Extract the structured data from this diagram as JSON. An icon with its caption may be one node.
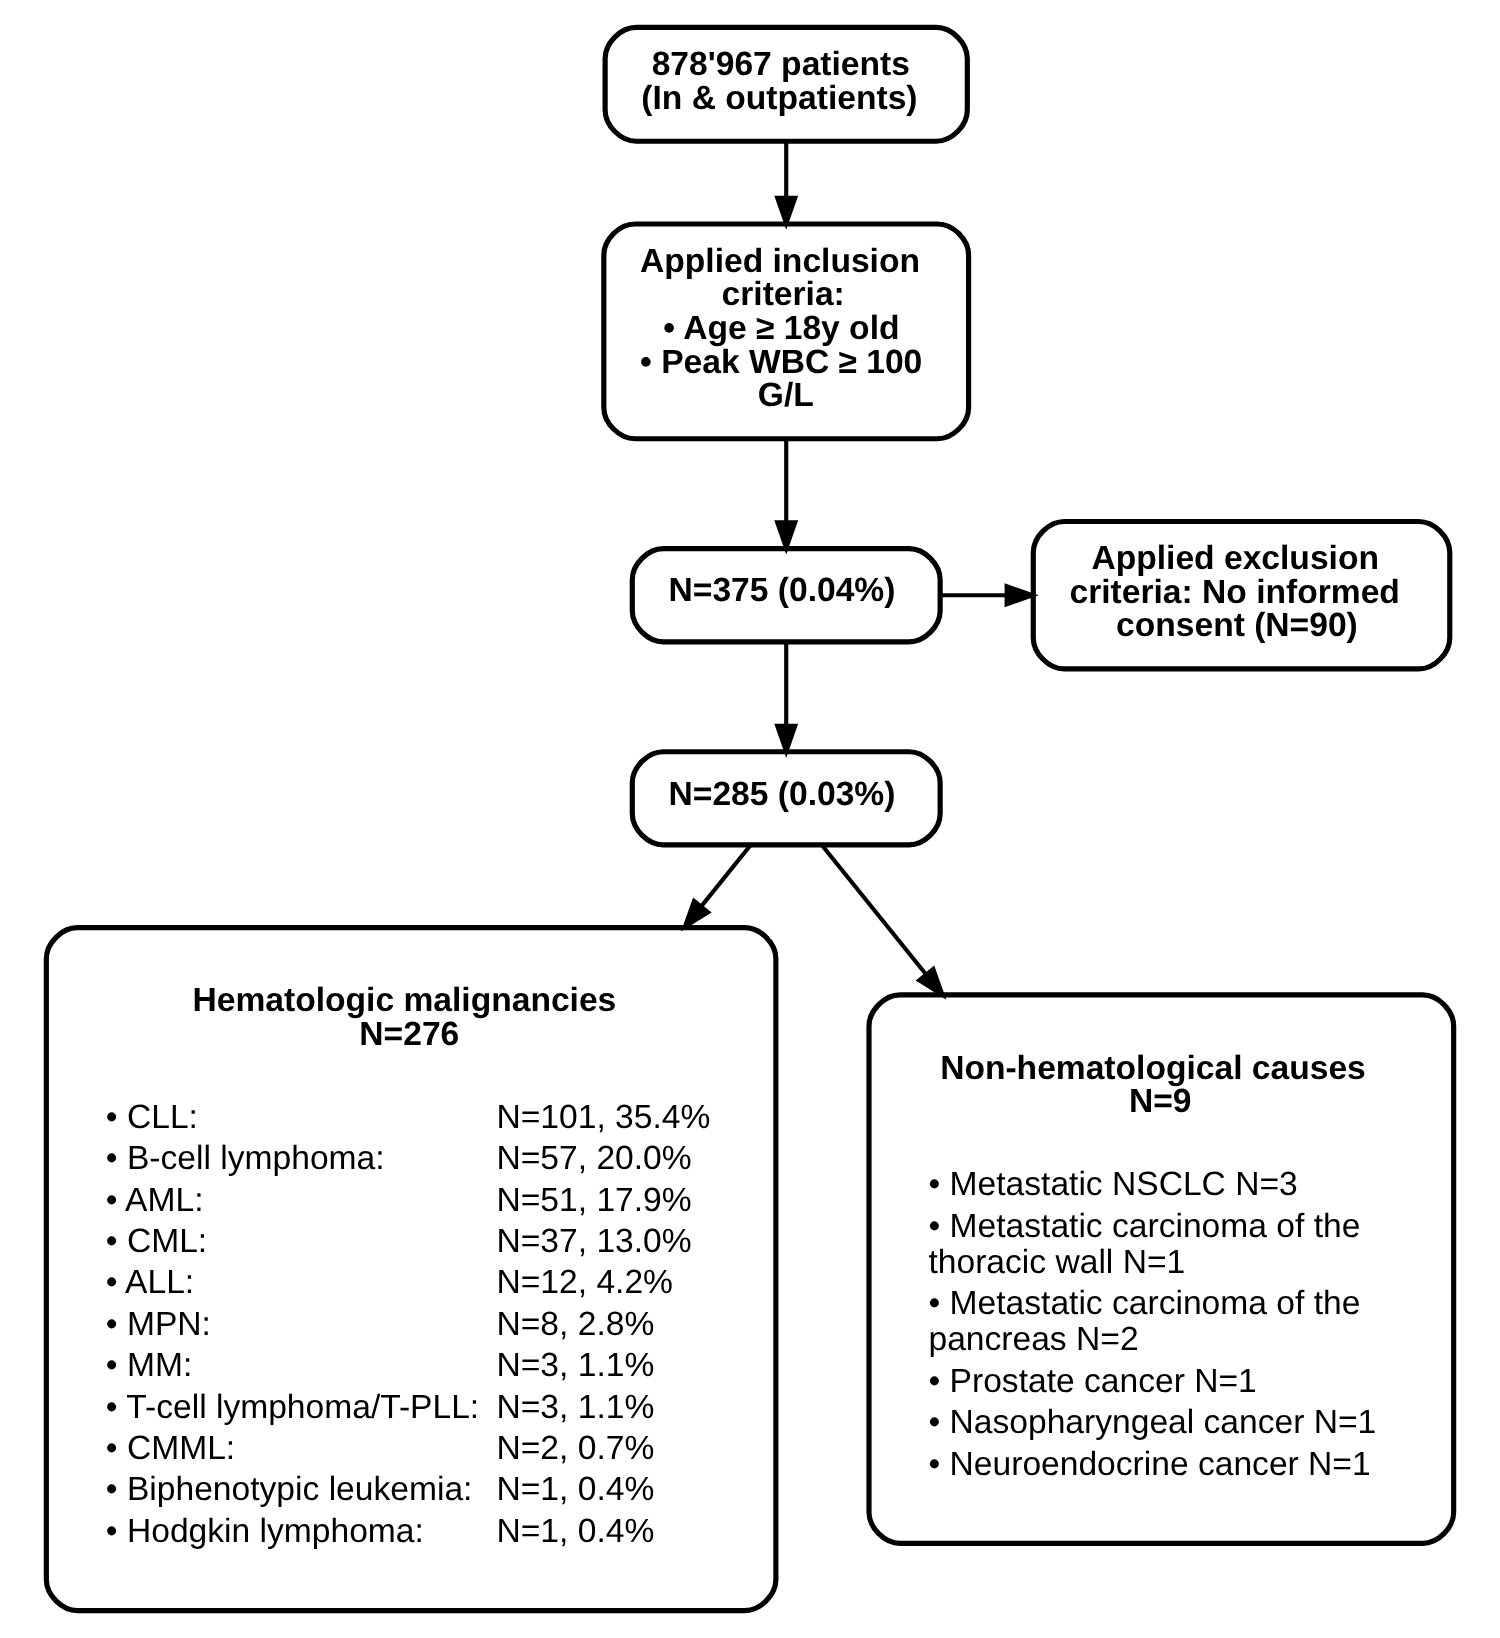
{
  "diagram": {
    "nodes": [
      {
        "text": [
          "878'967 patients (In & outpatients)"
        ]
      },
      {
        "text": [
          "Applied inclusion criteria:",
          "• Age ≥ 18y old",
          "• Peak WBC ≥ 100 G/L"
        ]
      },
      {
        "text": [
          "N=375 (0.04%)"
        ]
      },
      {
        "text": [
          "Applied exclusion criteria: No informed consent (N=90)"
        ]
      },
      {
        "text": [
          "N=285 (0.03%)"
        ]
      },
      {
        "text": [
          "Hematologic malignancies N=276",
          "• CLL:",
          "N=101, 35.4%",
          "• B-cell lymphoma:",
          "N=57, 20.0%",
          "• AML:",
          "N=51, 17.9%",
          "• CML:",
          "N=37, 13.0%",
          "• ALL:",
          "N=12, 4.2%",
          "• MPN:",
          "N=8, 2.8%",
          "• MM:",
          "N=3, 1.1%",
          "• T-cell lymphoma/T-PLL:",
          "N=3, 1.1%",
          "• CMML:",
          "N=2, 0.7%",
          "• Biphenotypic leukemia:",
          "N=1, 0.4%",
          "• Hodgkin lymphoma:",
          "N=1, 0.4%"
        ]
      },
      {
        "text": [
          "Non-hematological causes N=9",
          "• Metastatic NSCLC N=3",
          "• Metastatic carcinoma of the thoracic wall N=1",
          "• Metastatic carcinoma of the pancreas N=2",
          "• Prostate cancer N=1",
          "• Nasopharyngeal cancer N=1",
          "• Neuroendocrine cancer N=1"
        ]
      }
    ],
    "edges": [
      {
        "from": 0,
        "to": 1,
        "arrow": "to"
      },
      {
        "from": 1,
        "to": 2,
        "arrow": "to"
      },
      {
        "from": 2,
        "to": 4,
        "arrow": "to"
      },
      {
        "from": 2,
        "to": 3,
        "arrow": "to"
      },
      {
        "from": 4,
        "to": 5,
        "arrow": "to"
      },
      {
        "from": 4,
        "to": 6,
        "arrow": "to"
      }
    ]
  }
}
